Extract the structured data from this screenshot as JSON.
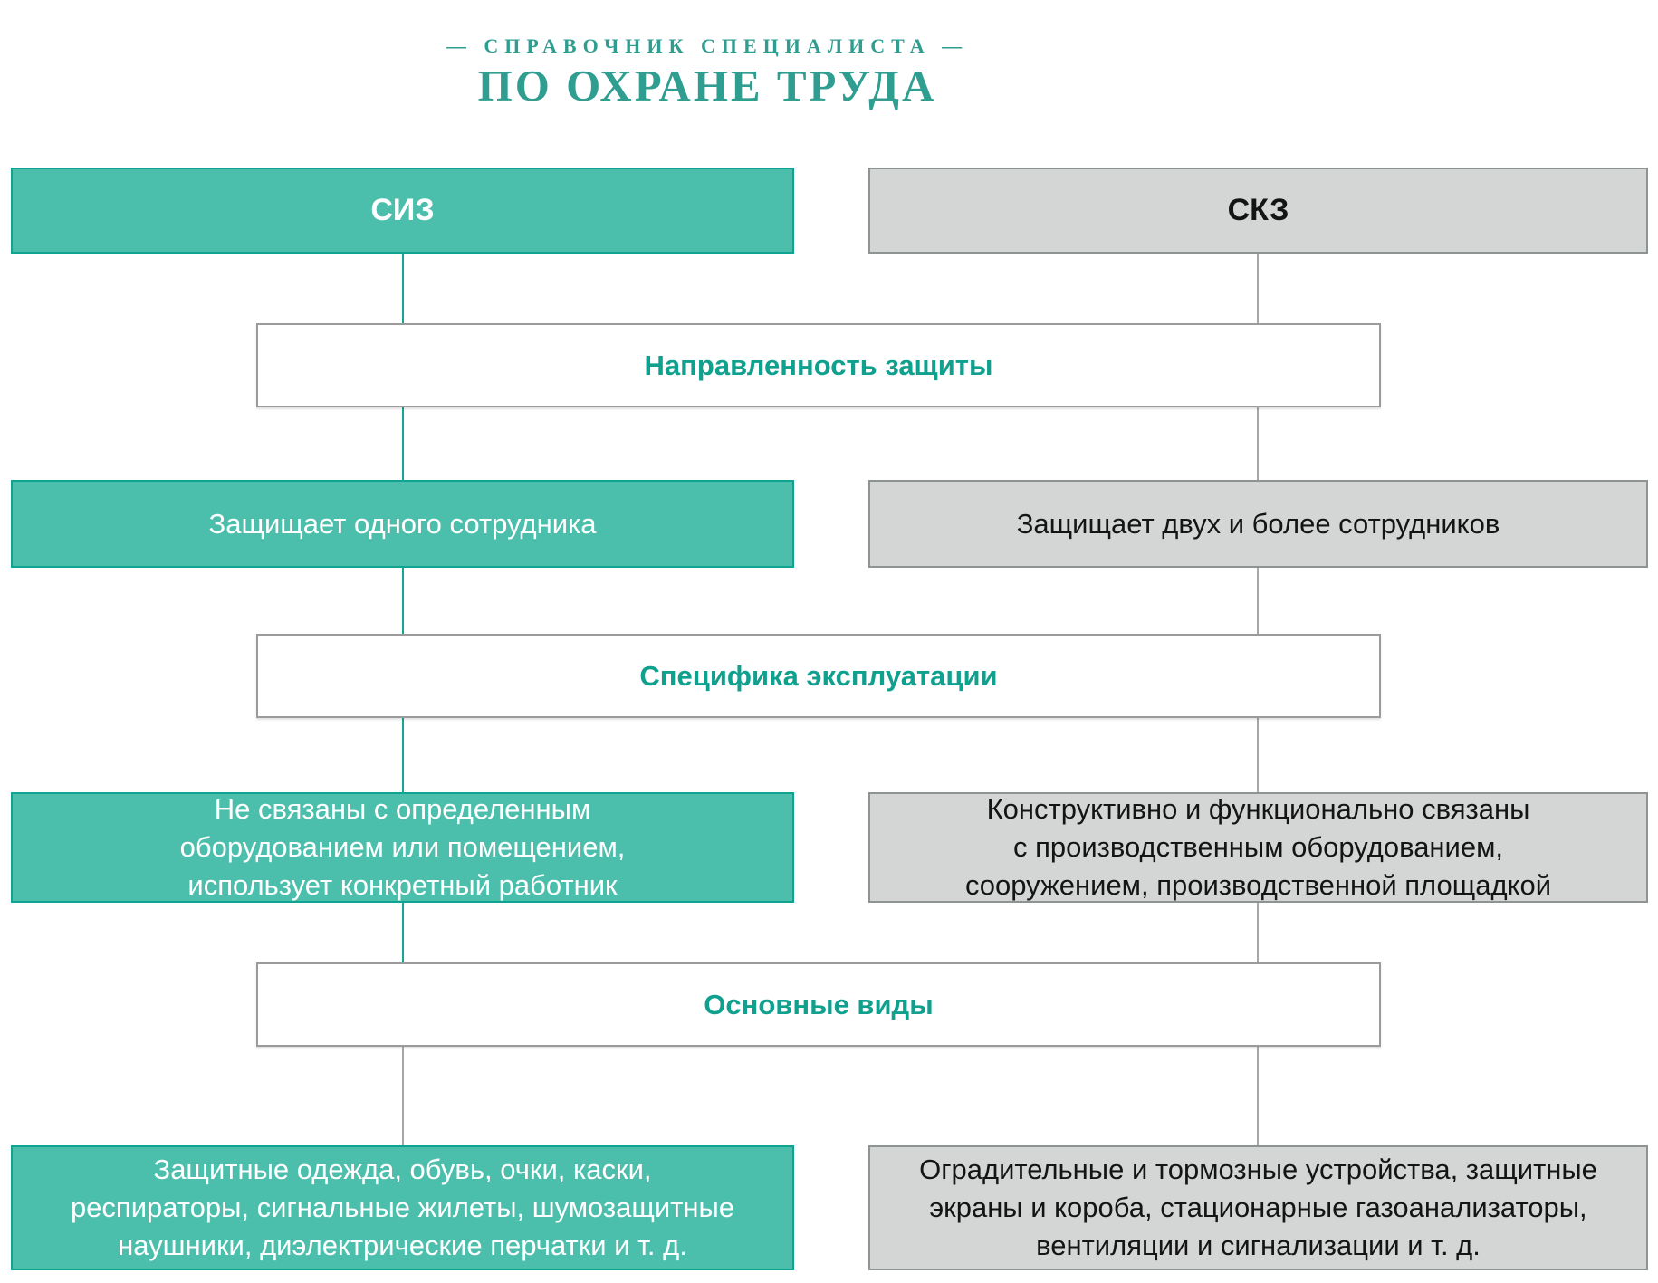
{
  "logo": {
    "tagline": "— СПРАВОЧНИК СПЕЦИАЛИСТА —",
    "title": "ПО ОХРАНЕ ТРУДА"
  },
  "headers": {
    "siz": "СИЗ",
    "skz": "СКЗ"
  },
  "dividers": {
    "d1": "Направленность защиты",
    "d2": "Специфика эксплуатации",
    "d3": "Основные виды"
  },
  "siz": {
    "protection_target": "Защищает одного сотрудника",
    "operation_specifics": "Не связаны с определенным\nоборудованием или помещением,\nиспользует конкретный работник",
    "main_types": "Защитные одежда, обувь, очки, каски,\nреспираторы, сигнальные жилеты, шумозащитные\nнаушники, диэлектрические перчатки и т. д."
  },
  "skz": {
    "protection_target": "Защищает двух и более сотрудников",
    "operation_specifics": "Конструктивно и функционально связаны\nс производственным оборудованием,\nсооружением, производственной площадкой",
    "main_types": "Оградительные и тормозные устройства, защитные\nэкраны и короба, стационарные газоанализаторы,\nвентиляции и сигнализации и т. д."
  },
  "colors": {
    "teal_fill": "#4CBFAC",
    "teal_border": "#0FA391",
    "teal_connector": "#14A795",
    "teal_title_text": "#0FA08E",
    "gray_fill": "#D3D6D4",
    "gray_border": "#8E9490",
    "gray_connector": "#A6A6A6",
    "logo_teal": "#2F9E90"
  }
}
